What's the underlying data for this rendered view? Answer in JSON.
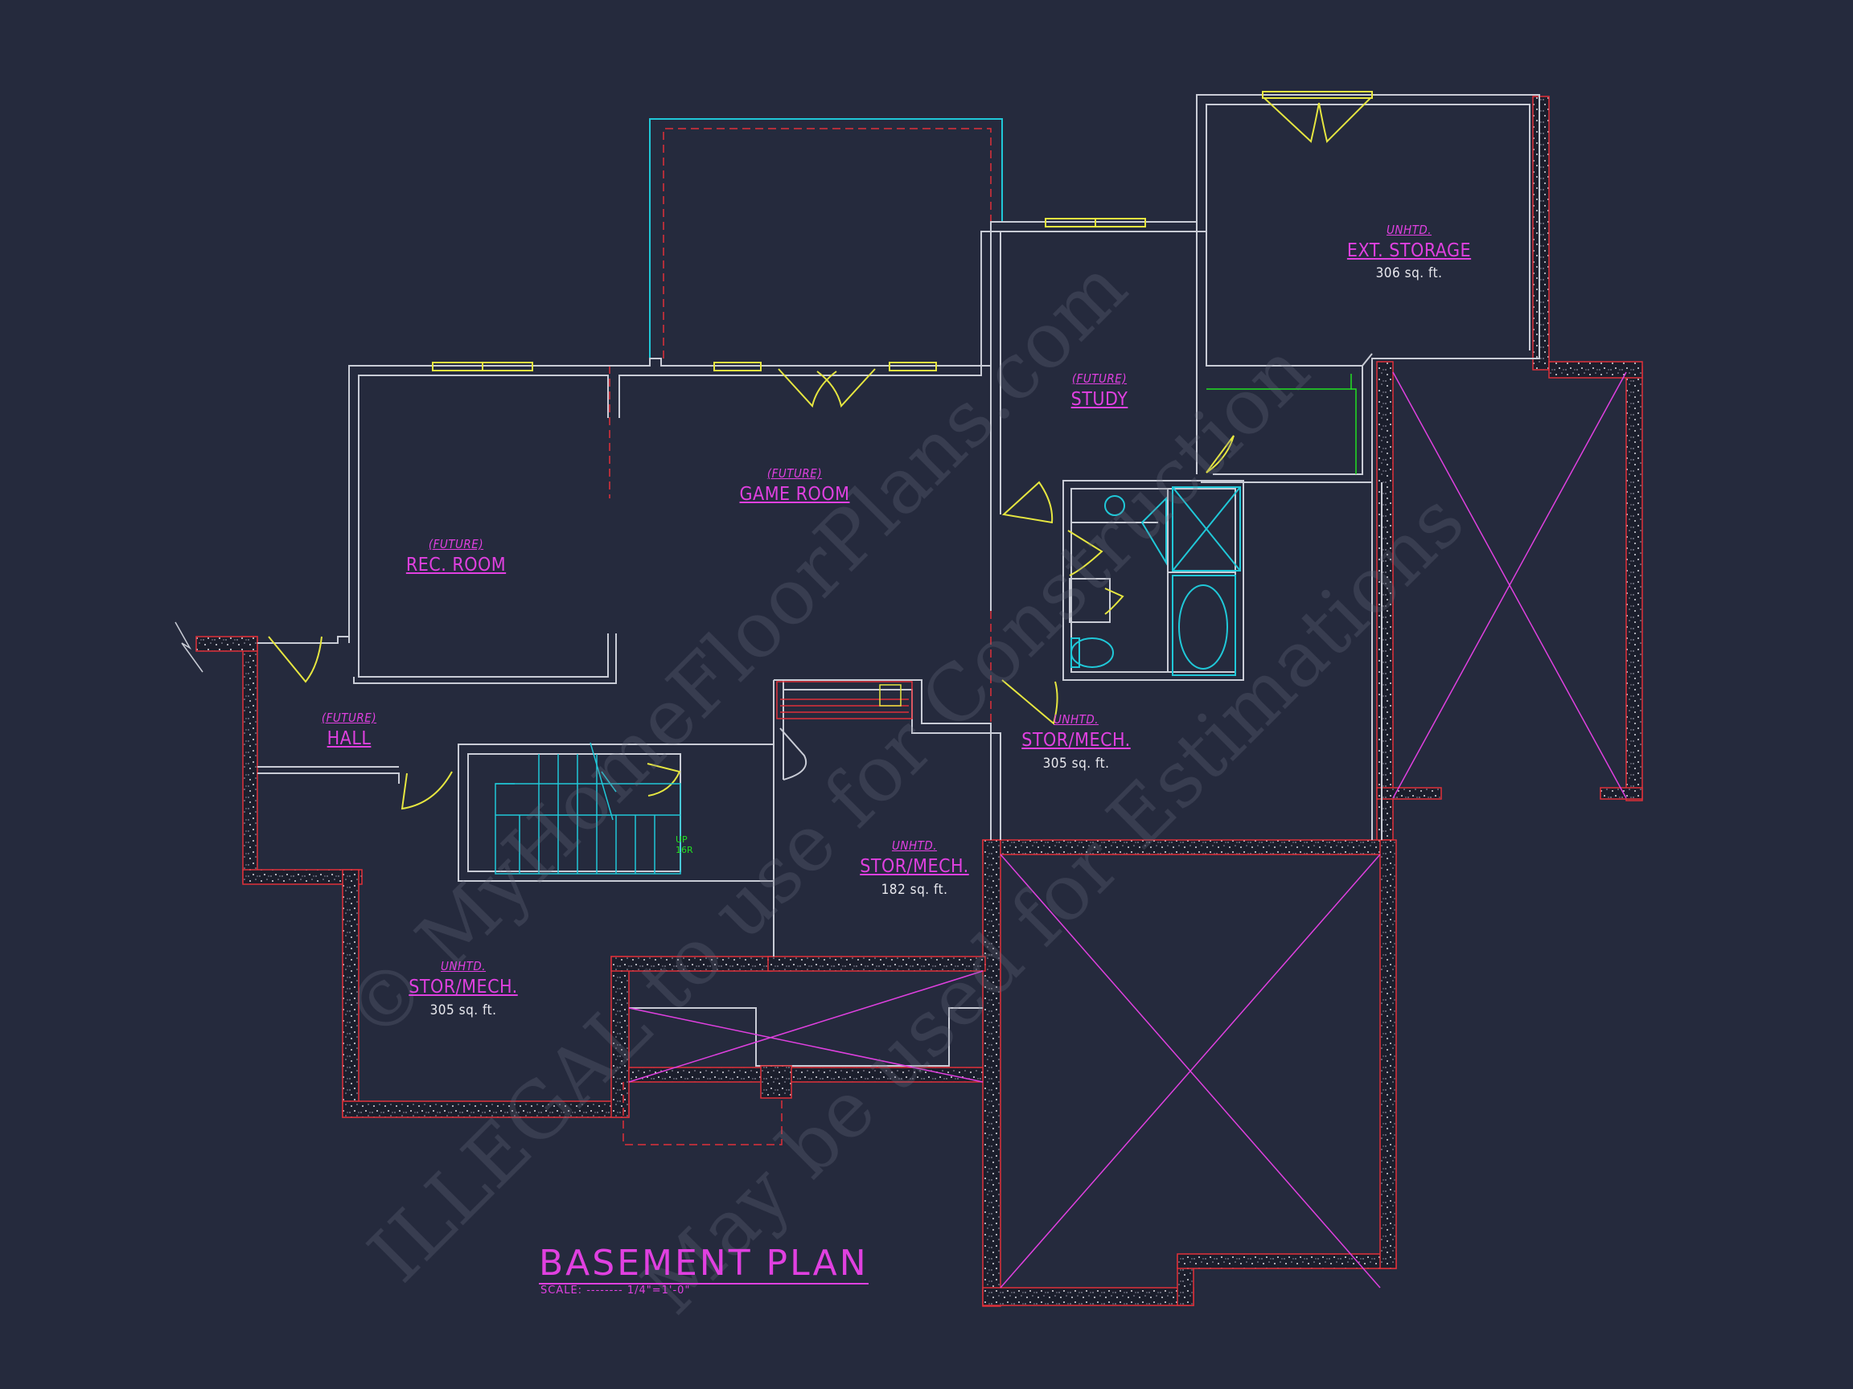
{
  "plan": {
    "title": "BASEMENT PLAN",
    "scale": "SCALE: -------- 1/4\"=1'-0\"",
    "stair_note": [
      "UP",
      "16R"
    ],
    "rooms": {
      "rec_room": {
        "prefix": "(FUTURE)",
        "name": "REC. ROOM"
      },
      "game_room": {
        "prefix": "(FUTURE)",
        "name": "GAME ROOM"
      },
      "study": {
        "prefix": "(FUTURE)",
        "name": "STUDY"
      },
      "hall": {
        "prefix": "(FUTURE)",
        "name": "HALL"
      },
      "ext_storage": {
        "prefix": "UNHTD.",
        "name": "EXT. STORAGE",
        "area": "306 sq. ft."
      },
      "stor_mech_right": {
        "prefix": "UNHTD.",
        "name": "STOR/MECH.",
        "area": "305 sq. ft."
      },
      "stor_mech_center": {
        "prefix": "UNHTD.",
        "name": "STOR/MECH.",
        "area": "182 sq. ft."
      },
      "stor_mech_left": {
        "prefix": "UNHTD.",
        "name": "STOR/MECH.",
        "area": "305 sq. ft."
      }
    }
  },
  "watermark": {
    "line1": "© MyHomeFloorPlans.com",
    "line2": "ILLEGAL to use for Construction",
    "line3": "May be used for Estimations"
  },
  "colors": {
    "background": "#252a3d",
    "wall": "#c9ccd6",
    "foundation": "#e0303a",
    "label": "#e040e0",
    "door": "#e6e640",
    "fixture": "#20c8d8",
    "accent_green": "#22e022"
  }
}
